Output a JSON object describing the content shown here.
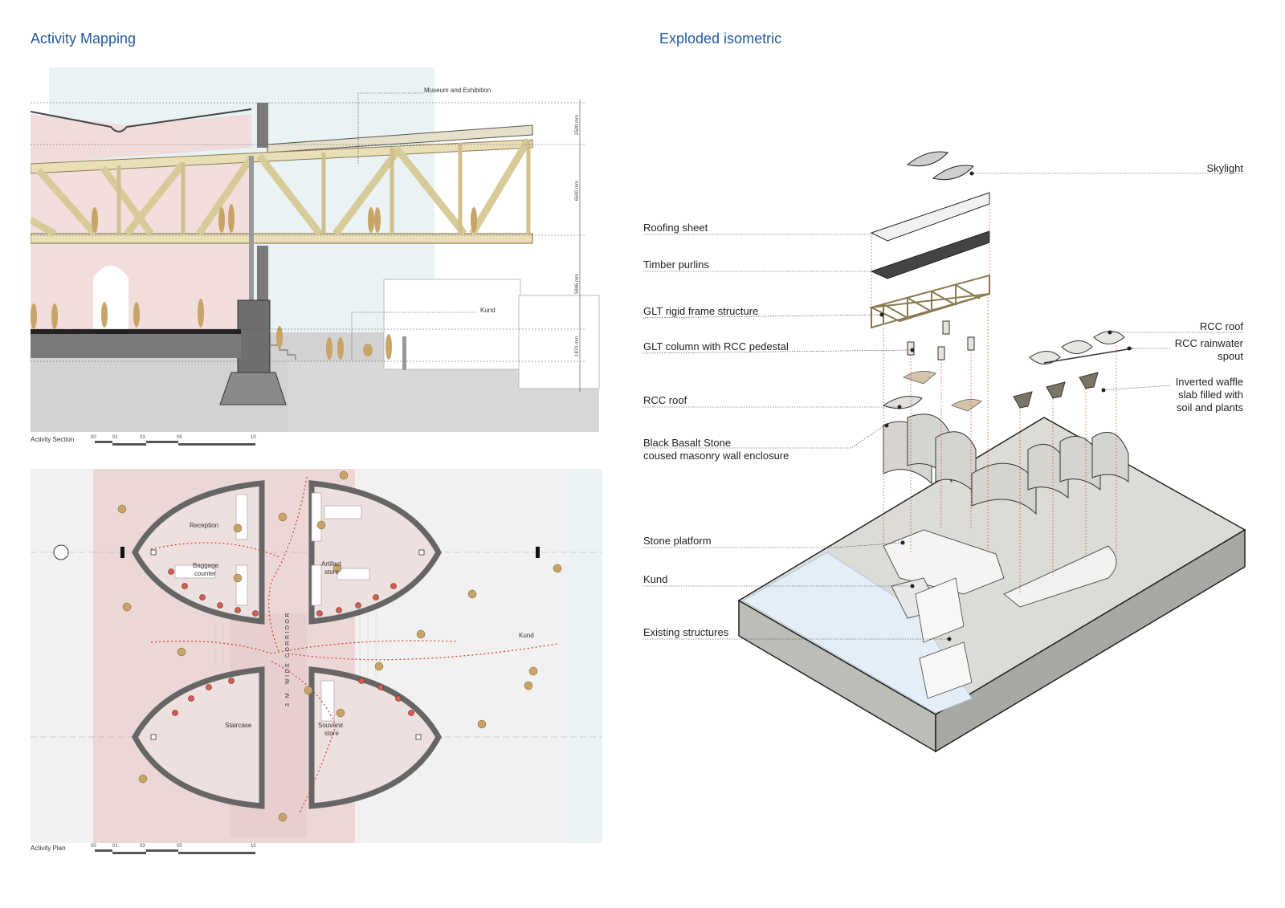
{
  "headings": {
    "left": "Activity Mapping",
    "right": "Exploded isometric"
  },
  "section": {
    "caption": "Activity Section",
    "labels": {
      "museum": "Museum and Exhibition",
      "kund": "Kund"
    },
    "dims": [
      "2500 mm",
      "6500 mm",
      "5846 mm",
      "1870 mm"
    ],
    "scale_ticks": [
      "00",
      "01",
      "03",
      "05",
      "10"
    ]
  },
  "plan": {
    "caption": "Activity Plan",
    "rooms": {
      "reception": "Reception",
      "baggage_1": "Baggage",
      "baggage_2": "counter",
      "artifact_1": "Artifact",
      "artifact_2": "store",
      "staircase": "Staircase",
      "souvenir_1": "Souvenir",
      "souvenir_2": "store",
      "kund": "Kund"
    },
    "corridor": "3 M. WIDE CORRIDOR",
    "scale_ticks": [
      "00",
      "01",
      "03",
      "05",
      "10"
    ]
  },
  "isometric": {
    "left_labels": [
      "Roofing sheet",
      "Timber purlins",
      "GLT rigid frame structure",
      "GLT column with RCC pedestal",
      "RCC roof",
      "Black Basalt Stone",
      "coused masonry wall enclosure",
      "Stone platform",
      "Kund",
      "Existing structures"
    ],
    "right_labels": {
      "skylight": "Skylight",
      "rcc_roof": "RCC roof",
      "spout_1": "RCC rainwater",
      "spout_2": "spout",
      "waffle_1": "Inverted waffle",
      "waffle_2": "slab filled with",
      "waffle_3": "soil and plants"
    }
  },
  "colors": {
    "heading": "#1f5a9e",
    "pink": "#f1dcdc",
    "timber": "#e9dfb6",
    "stone": "#6e6e6e",
    "ground": "#d2d2d2",
    "sky": "#e9f3f4",
    "figure": "#c9a467",
    "path": "#d63a2a"
  }
}
